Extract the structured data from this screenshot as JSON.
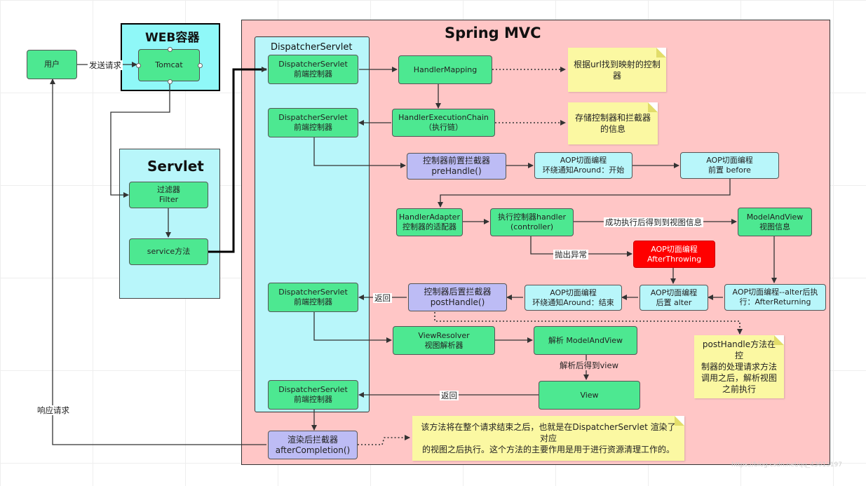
{
  "regions": {
    "web_container_title": "WEB容器",
    "servlet_title": "Servlet",
    "spring_mvc_title": "Spring MVC",
    "dispatcher_title": "DispatcherServlet"
  },
  "nodes": {
    "user": "用户",
    "tomcat": "Tomcat",
    "filter": "过滤器\nFilter",
    "service": "service方法",
    "ds1": "DispatcherServlet\n前端控制器",
    "ds2": "DispatcherServlet\n前端控制器",
    "ds3": "DispatcherServlet\n前端控制器",
    "ds4": "DispatcherServlet\n前端控制器",
    "handler_mapping": "HandlerMapping",
    "handler_chain": "HandlerExecutionChain\n（执行链）",
    "pre_handle": "控制器前置拦截器\npreHandle()",
    "aop_around_start": "AOP切面编程\n环绕通知Around：开始",
    "aop_before": "AOP切面编程\n前置 before",
    "handler_adapter": "HandlerAdapter\n控制器的适配器",
    "exec_handler": "执行控制器handler\n(controller)",
    "model_and_view": "ModelAndView\n视图信息",
    "aop_after_throwing": "AOP切面编程\nAfterThrowing",
    "aop_after_returning": "AOP切面编程--alter后执\n行：AfterReturning",
    "aop_after": "AOP切面编程\n后置 alter",
    "aop_around_end": "AOP切面编程\n环绕通知Around：结束",
    "post_handle": "控制器后置拦截器\npostHandle()",
    "view_resolver": "ViewResolver\n视图解析器",
    "parse_mav": "解析 ModelAndView",
    "view": "View",
    "after_completion": "渲染后拦截器\nafterCompletion()"
  },
  "notes": {
    "note_mapping": "根据url找到映射的控制\n器",
    "note_chain": "存储控制器和拦截器\n的信息",
    "note_post": "postHandle方法在控\n制器的处理请求方法\n调用之后，解析视图\n之前执行",
    "note_completion": "该方法将在整个请求结束之后，也就是在DispatcherServlet 渲染了对应\n的视图之后执行。这个方法的主要作用是用于进行资源清理工作的。"
  },
  "labels": {
    "send_request": "发送请求",
    "response": "响应请求",
    "success": "成功执行后得到到视图信息",
    "exception": "抛出异常",
    "return1": "返回",
    "parse_view": "解析后得到view",
    "return2": "返回"
  },
  "watermark": "https://blog.csdn.net/qq_43613197",
  "colors": {
    "green_node": "#4de891",
    "cyan_node": "#b8f6fa",
    "purple_node": "#bdbcf5",
    "red_node": "#ff0000",
    "note": "#fbf8a2",
    "spring_bg": "#ffc6c6",
    "dispatcher_bg": "#b8f6fa",
    "web_container_bg": "#8ff8f8",
    "servlet_bg": "#b8f6fa"
  }
}
